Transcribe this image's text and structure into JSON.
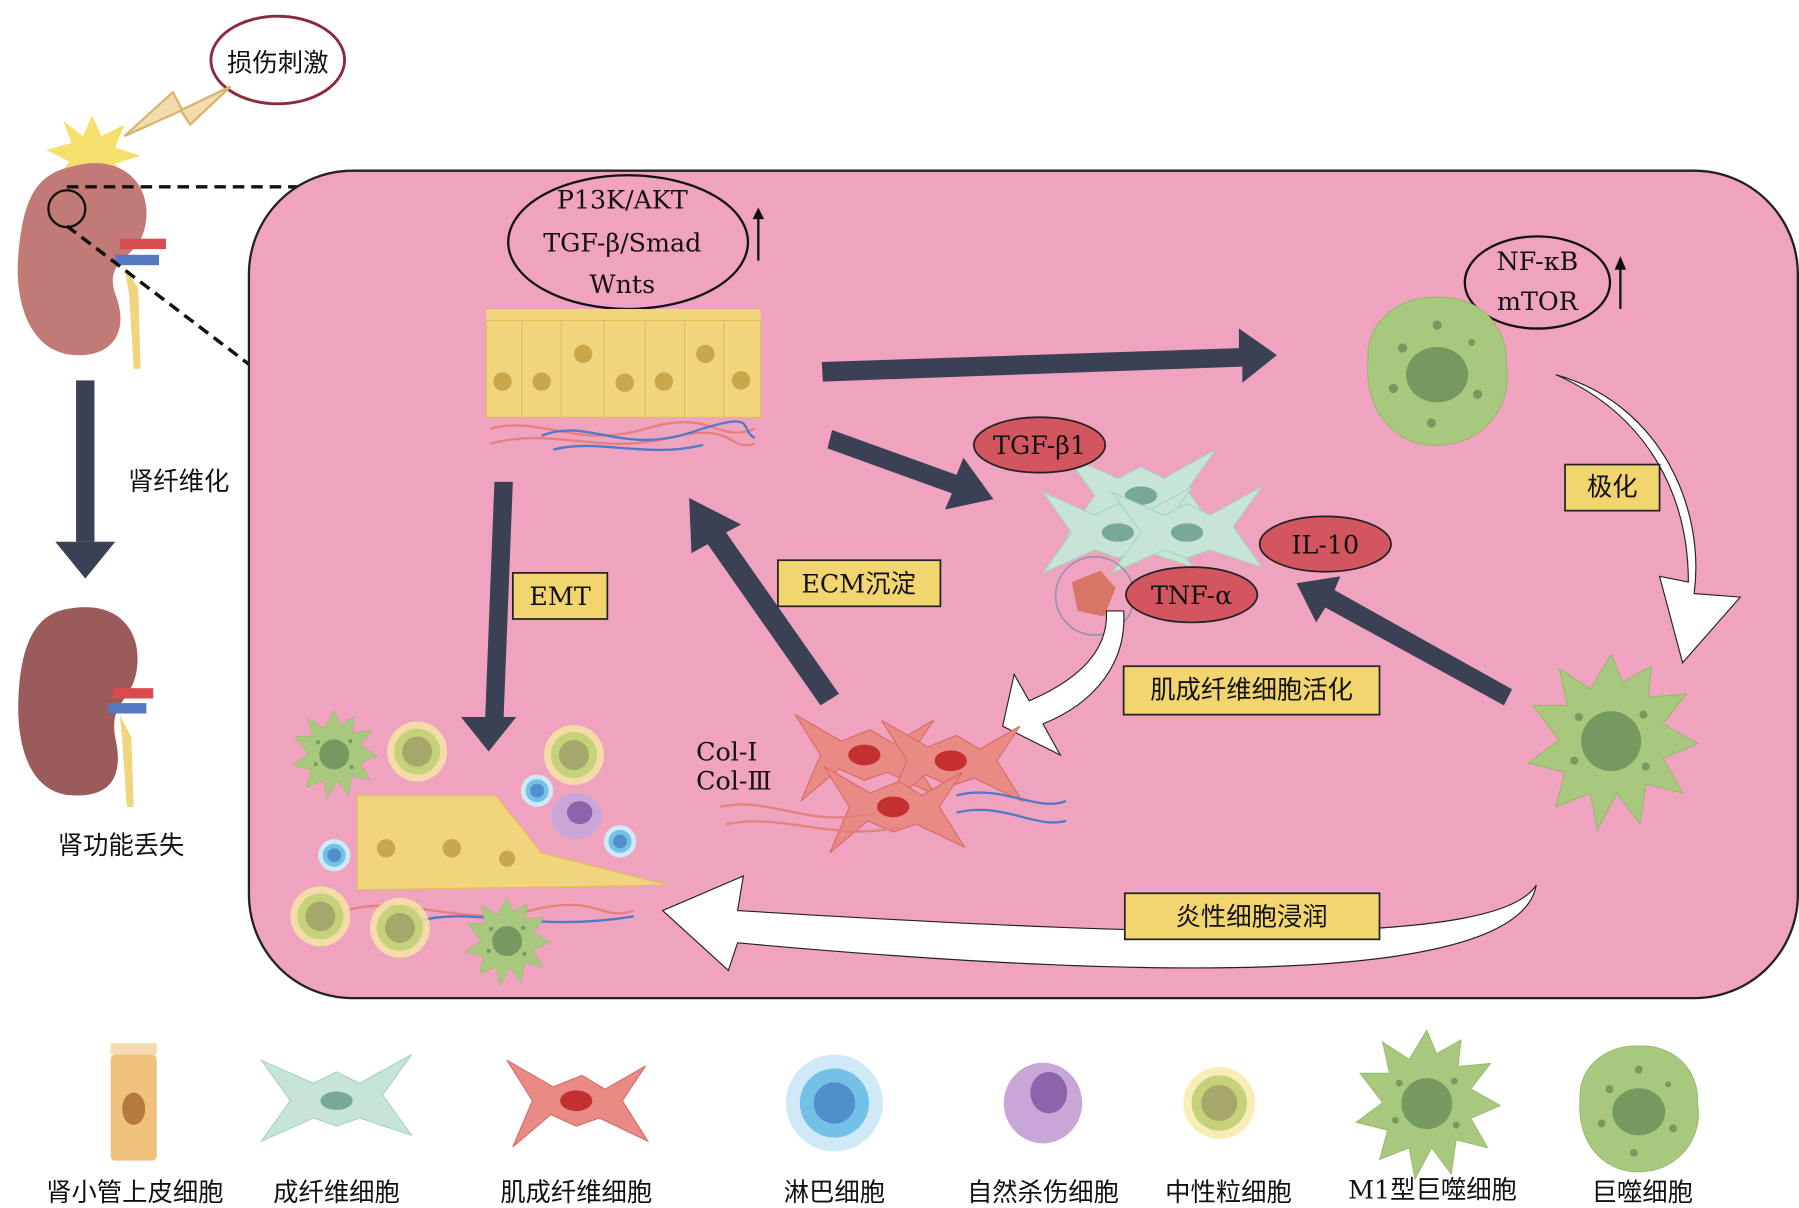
{
  "injury": {
    "label": "损伤刺激"
  },
  "left": {
    "process_label": "肾纤维化",
    "outcome_label": "肾功能丢失"
  },
  "pathways_epithelial": {
    "lines": [
      "P13K/AKT",
      "TGF-β/Smad",
      "Wnts"
    ],
    "trend": "↑"
  },
  "pathways_macrophage": {
    "lines": [
      "NF-κB",
      "mTOR"
    ],
    "trend": "↑"
  },
  "cytokines": {
    "tgf": "TGF-β1",
    "il10": "IL-10",
    "tnf": "TNF-α"
  },
  "boxes": {
    "polarization": "极化",
    "myofibroblast_activation": "肌成纤维细胞活化",
    "ecm": "ECM沉淀",
    "emt": "EMT",
    "inflammation": "炎性细胞浸润"
  },
  "collagen": [
    "Col-Ⅰ",
    "Col-Ⅲ"
  ],
  "legend": [
    {
      "label": "肾小管上皮细胞",
      "icon": "tubular-epithelial-cell"
    },
    {
      "label": "成纤维细胞",
      "icon": "fibroblast"
    },
    {
      "label": "肌成纤维细胞",
      "icon": "myofibroblast"
    },
    {
      "label": "淋巴细胞",
      "icon": "lymphocyte"
    },
    {
      "label": "自然杀伤细胞",
      "icon": "nk-cell"
    },
    {
      "label": "中性粒细胞",
      "icon": "neutrophil"
    },
    {
      "label": "M1型巨噬细胞",
      "icon": "m1-macrophage"
    },
    {
      "label": "巨噬细胞",
      "icon": "macrophage"
    }
  ],
  "colors": {
    "panel": "#f0a3be",
    "arrow": "#3a4154",
    "label_box": "#f2d56e",
    "cytokine": "#d2555f"
  }
}
